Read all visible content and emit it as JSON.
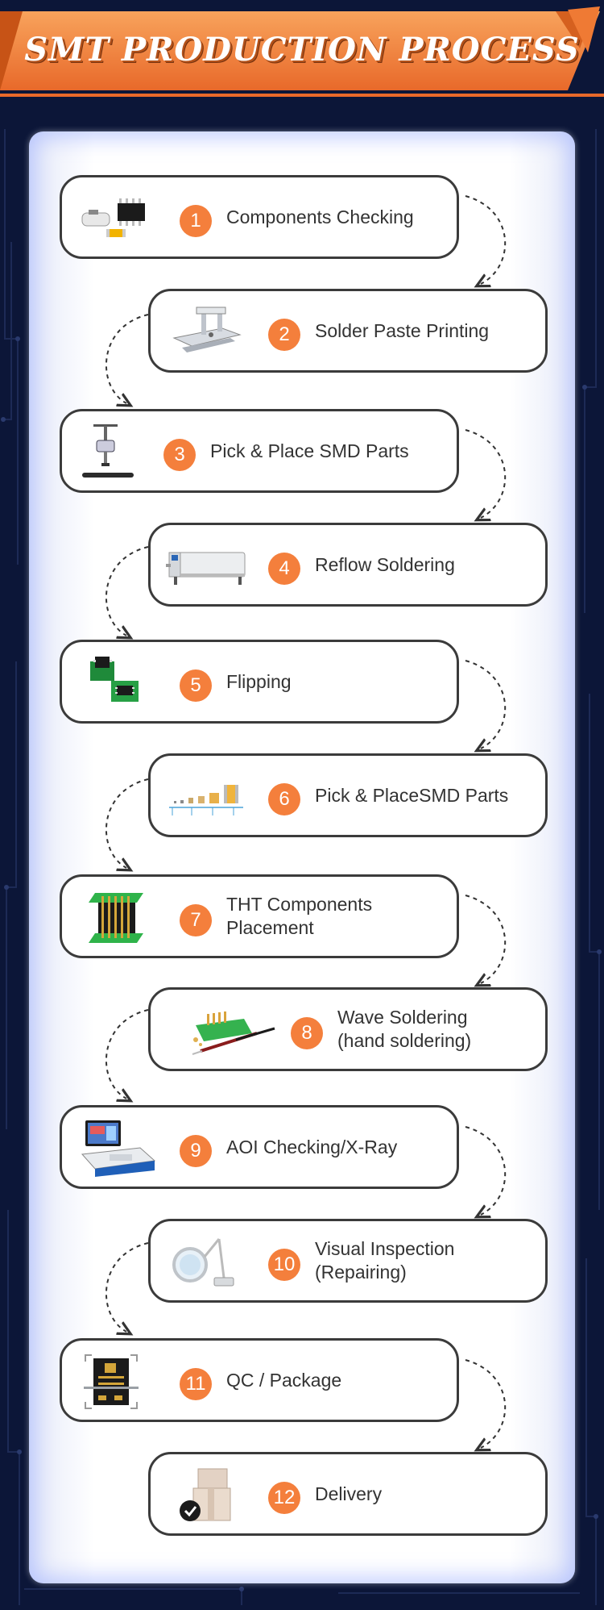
{
  "title": "SMT PRODUCTION PROCESS",
  "colors": {
    "accent": "#f47f3c",
    "background": "#0c1638",
    "border": "#3b3b3b"
  },
  "steps": [
    {
      "number": "1",
      "label": "Components  Checking",
      "icon": "components-icon"
    },
    {
      "number": "2",
      "label": "Solder Paste Printing",
      "icon": "stencil-printer-icon"
    },
    {
      "number": "3",
      "label": "Pick & Place SMD Parts",
      "icon": "pick-place-nozzle-icon"
    },
    {
      "number": "4",
      "label": "Reflow Soldering",
      "icon": "reflow-oven-icon"
    },
    {
      "number": "5",
      "label": "Flipping",
      "icon": "flipped-boards-icon"
    },
    {
      "number": "6",
      "label": "Pick & PlaceSMD Parts",
      "icon": "smd-parts-ruler-icon"
    },
    {
      "number": "7",
      "label": "THT Components\nPlacement",
      "icon": "pin-header-icon"
    },
    {
      "number": "8",
      "label": "Wave Soldering\n(hand soldering)",
      "icon": "soldering-iron-icon"
    },
    {
      "number": "9",
      "label": "AOI Checking/X-Ray",
      "icon": "aoi-machine-icon"
    },
    {
      "number": "10",
      "label": "Visual Inspection\n(Repairing)",
      "icon": "magnifier-lamp-icon"
    },
    {
      "number": "11",
      "label": "QC / Package",
      "icon": "chip-package-icon"
    },
    {
      "number": "12",
      "label": "Delivery",
      "icon": "delivery-boxes-icon"
    }
  ]
}
